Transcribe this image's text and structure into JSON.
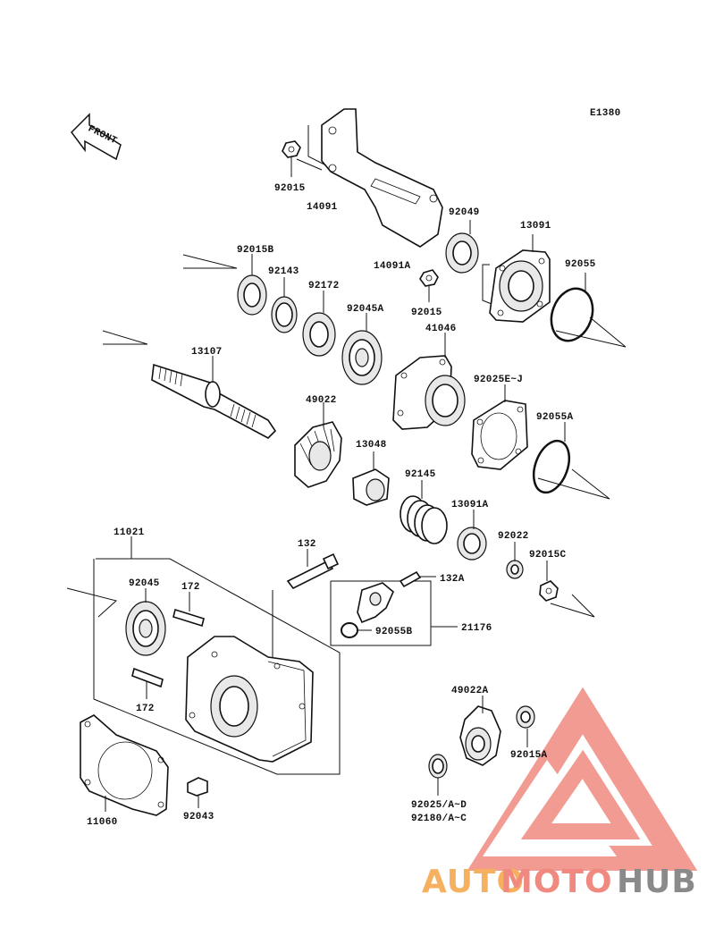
{
  "diagram": {
    "code": "E1380",
    "front_label": "FRONT",
    "parts": {
      "p92015_top": "92015",
      "p14091": "14091",
      "p14091A": "14091A",
      "p92049": "92049",
      "p13091": "13091",
      "p92015B": "92015B",
      "p92143": "92143",
      "p92172": "92172",
      "p92045A": "92045A",
      "p92015_mid": "92015",
      "p92055": "92055",
      "p13107": "13107",
      "p41046": "41046",
      "p92025E": "92025E~J",
      "p49022": "49022",
      "p92055A": "92055A",
      "p13048": "13048",
      "p92145": "92145",
      "p13091A": "13091A",
      "p92022": "92022",
      "p92015C": "92015C",
      "p11021": "11021",
      "p132": "132",
      "p92045": "92045",
      "p172_top": "172",
      "p132A": "132A",
      "p21176": "21176",
      "p92055B": "92055B",
      "p172_bot": "172",
      "p49022A": "49022A",
      "p92015A": "92015A",
      "p92025AD": "92025/A~D",
      "p92180AC": "92180/A~C",
      "p11060": "11060",
      "p92043": "92043"
    },
    "watermark": {
      "part1": "AUTO",
      "part2": "MOTO",
      "part3": "HUB",
      "color_triangle": "#f08a80",
      "color_auto": "#f5b060",
      "color_moto": "#f08a80",
      "color_hub": "#8a8a8a"
    }
  }
}
